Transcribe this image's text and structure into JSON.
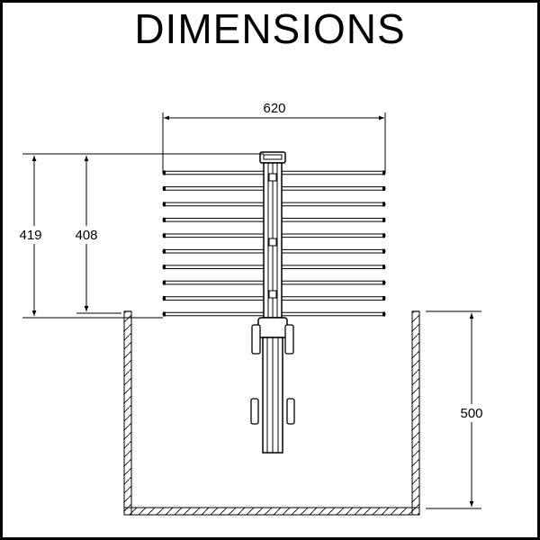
{
  "title": "DIMENSIONS",
  "dimensions": {
    "width": "620",
    "height_total": "419",
    "height_rack": "408",
    "depth": "500"
  },
  "rod_count": 10,
  "colors": {
    "line": "#000000",
    "background": "#ffffff"
  }
}
